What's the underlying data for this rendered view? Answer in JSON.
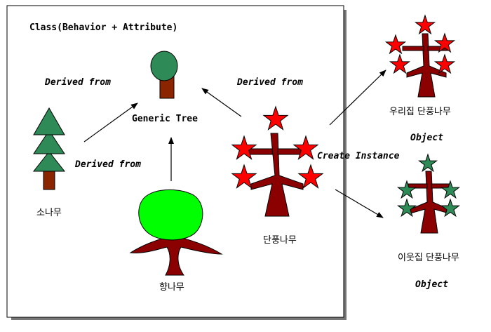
{
  "frame": {
    "title": "Class(Behavior + Attribute)"
  },
  "labels": {
    "generic_tree": "Generic Tree",
    "derived_from_left": "Derived from",
    "derived_from_mid": "Derived from",
    "derived_from_right": "Derived from",
    "create_instance": "Create Instance",
    "pine": "소나무",
    "juniper": "향나무",
    "maple": "단풍나무",
    "our_maple": "우리집 단풍나무",
    "neighbor_maple": "이웃집 단풍나무",
    "object_top": "Object",
    "object_bottom": "Object"
  },
  "colors": {
    "generic_foliage": "#2e8b57",
    "trunk_brown": "#8b2500",
    "pine_green": "#2e8b57",
    "juniper_foliage": "#00ff00",
    "maple_trunk": "#8b0000",
    "maple_star_red": "#ff0000",
    "neighbor_star_green": "#2e8b57"
  }
}
